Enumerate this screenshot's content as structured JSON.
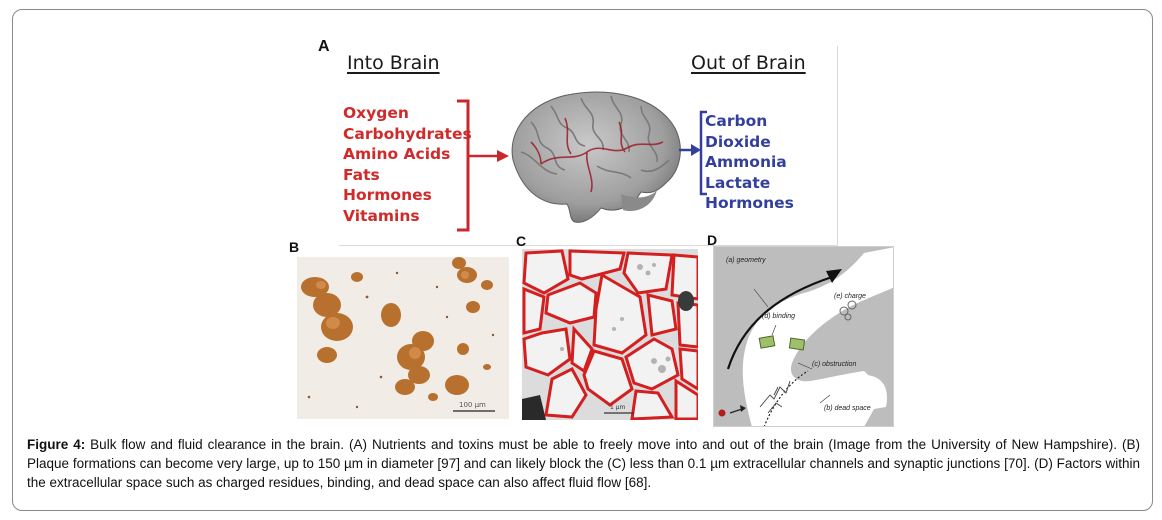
{
  "panel_a": {
    "letter": "A",
    "into_heading": "Into Brain",
    "out_heading": "Out of Brain",
    "into_items": [
      "Oxygen",
      "Carbohydrates",
      "Amino Acids",
      "Fats",
      "Hormones",
      "Vitamins"
    ],
    "out_items": [
      "Carbon Dioxide",
      "Ammonia",
      "Lactate",
      "Hormones"
    ],
    "colors": {
      "into": "#d12a2a",
      "out": "#33409b"
    }
  },
  "panel_b": {
    "letter": "B",
    "scale_text": "100 µm"
  },
  "panel_c": {
    "letter": "C",
    "scale_text": "1 µm"
  },
  "panel_d": {
    "letter": "D",
    "labels": {
      "geometry": "(a) geometry",
      "charge": "(e) charge",
      "binding": "(d) binding",
      "obstruction": "(c) obstruction",
      "dead_space": "(b) dead space"
    }
  },
  "caption": {
    "label": "Figure 4:",
    "text": " Bulk flow and fluid clearance in the brain. (A) Nutrients and toxins must be able to freely move into and out of the brain (Image from the University of New Hampshire). (B) Plaque formations can become very large, up to 150 µm in diameter [97] and can likely block the (C) less than 0.1 µm extracellular channels and synaptic junctions [70]. (D) Factors within the extracellular space such as charged residues, binding, and dead space can also affect fluid flow [68]."
  }
}
